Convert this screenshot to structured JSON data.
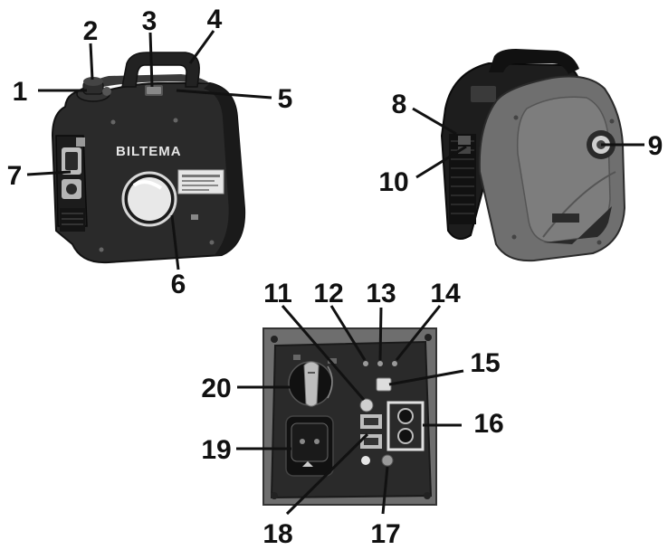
{
  "brand": "BILTEMA",
  "views": [
    {
      "id": "front-left-view"
    },
    {
      "id": "rear-right-view"
    },
    {
      "id": "control-panel-view"
    }
  ],
  "callouts": [
    {
      "id": "c1",
      "label": "1"
    },
    {
      "id": "c2",
      "label": "2"
    },
    {
      "id": "c3",
      "label": "3"
    },
    {
      "id": "c4",
      "label": "4"
    },
    {
      "id": "c5",
      "label": "5"
    },
    {
      "id": "c6",
      "label": "6"
    },
    {
      "id": "c7",
      "label": "7"
    },
    {
      "id": "c8",
      "label": "8"
    },
    {
      "id": "c9",
      "label": "9"
    },
    {
      "id": "c10",
      "label": "10"
    },
    {
      "id": "c11",
      "label": "11"
    },
    {
      "id": "c12",
      "label": "12"
    },
    {
      "id": "c13",
      "label": "13"
    },
    {
      "id": "c14",
      "label": "14"
    },
    {
      "id": "c15",
      "label": "15"
    },
    {
      "id": "c16",
      "label": "16"
    },
    {
      "id": "c17",
      "label": "17"
    },
    {
      "id": "c18",
      "label": "18"
    },
    {
      "id": "c19",
      "label": "19"
    },
    {
      "id": "c20",
      "label": "20"
    }
  ]
}
